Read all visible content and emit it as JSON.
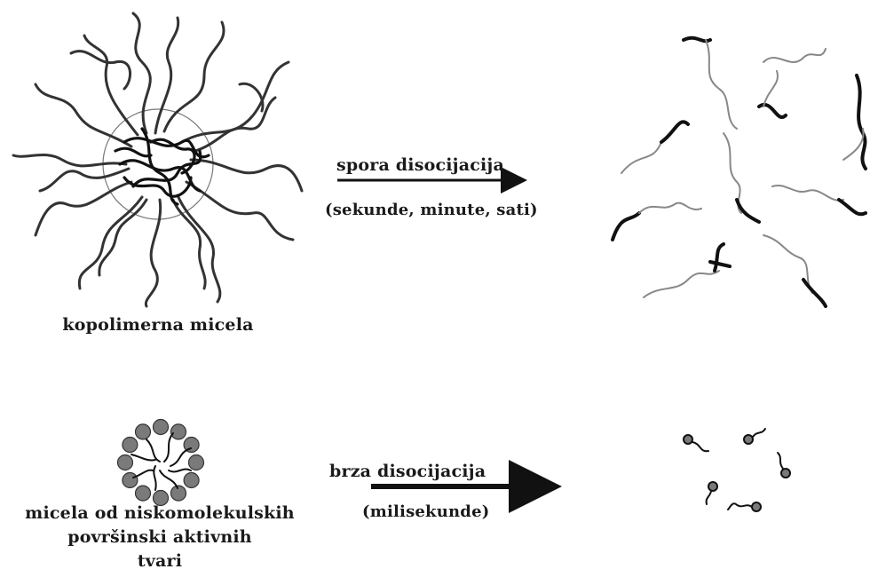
{
  "top": {
    "arrow_label": "spora disocijacija",
    "arrow_sublabel": "(sekunde, minute, sati)",
    "caption": "kopolimerna micela"
  },
  "bottom": {
    "arrow_label": "brza disocijacija",
    "arrow_sublabel": "(milisekunde)",
    "caption_line1": "micela od niskomolekulskih",
    "caption_line2": "površinski aktivnih",
    "caption_line3": "tvari"
  },
  "colors": {
    "ink": "#1a1a1a",
    "chain": "#444444",
    "light_chain": "#8a8a8a",
    "bead": "#7a7a7a"
  }
}
